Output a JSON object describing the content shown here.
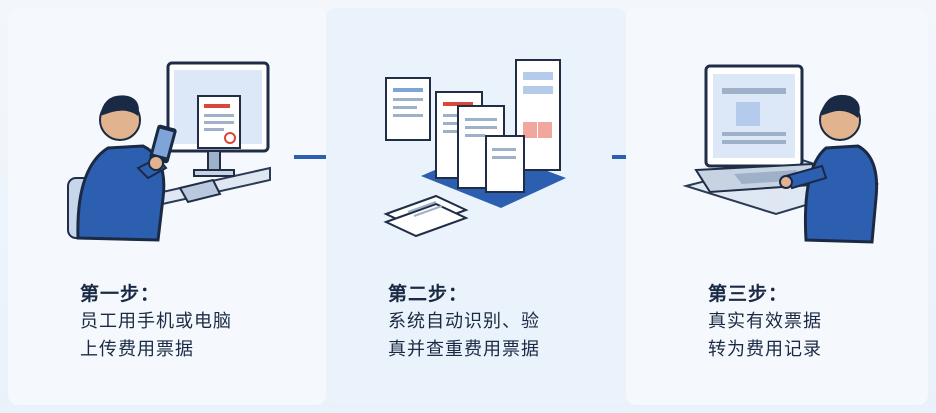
{
  "steps": [
    {
      "title": "第一步：",
      "lines": [
        "员工用手机或电脑",
        "上传费用票据"
      ]
    },
    {
      "title": "第二步：",
      "lines": [
        "系统自动识别、验",
        "真并查重费用票据"
      ]
    },
    {
      "title": "第三步：",
      "lines": [
        "真实有效票据",
        "转为费用记录"
      ]
    }
  ],
  "colors": {
    "accent": "#2d5fb0",
    "dark": "#1b2a44",
    "skin": "#e2b38f",
    "red": "#d9463a"
  },
  "icons": [
    "user-with-phone-icon",
    "monitor-icon",
    "documents-stack-icon",
    "laptop-icon",
    "arrow-right-icon"
  ]
}
